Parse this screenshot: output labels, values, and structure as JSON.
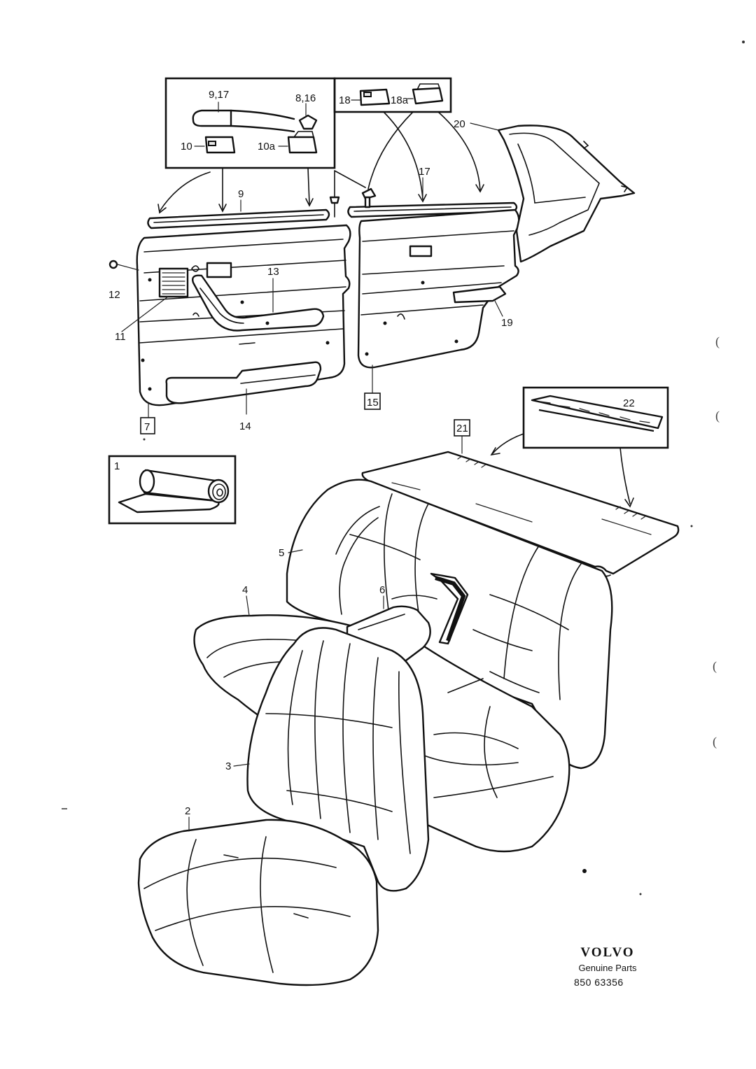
{
  "labels": {
    "l1": "1",
    "l2": "2",
    "l3": "3",
    "l4": "4",
    "l5": "5",
    "l6": "6",
    "l7": "7",
    "l8_16": "8,16",
    "l9": "9",
    "l9_17": "9,17",
    "l10": "10",
    "l10a": "10a",
    "l11": "11",
    "l12": "12",
    "l13": "13",
    "l14": "14",
    "l15": "15",
    "l17": "17",
    "l18": "18",
    "l18a": "18a",
    "l19": "19",
    "l20": "20",
    "l21": "21",
    "l22": "22"
  },
  "brand": {
    "name": "VOLVO",
    "subtitle": "Genuine Parts",
    "part_number": "850 63356"
  },
  "margin_marks": [
    "(",
    "(",
    "(",
    "("
  ]
}
